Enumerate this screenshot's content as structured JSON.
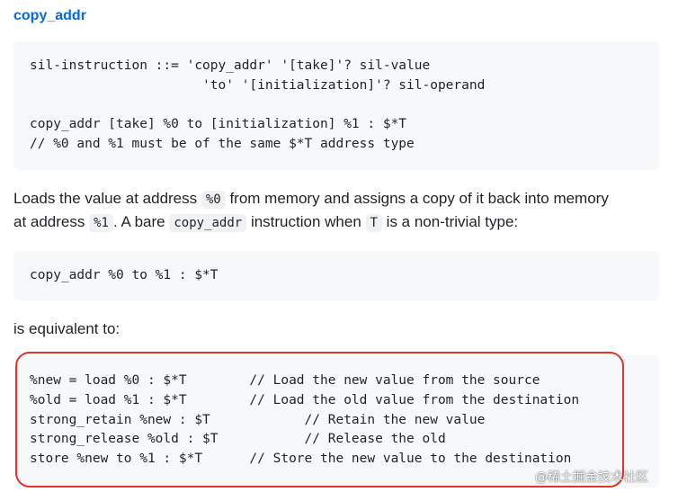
{
  "heading": "copy_addr",
  "syntax_block": {
    "lines": [
      "sil-instruction ::= 'copy_addr' '[take]'? sil-value",
      "                      'to' '[initialization]'? sil-operand",
      "",
      "copy_addr [take] %0 to [initialization] %1 : $*T",
      "// %0 and %1 must be of the same $*T address type"
    ]
  },
  "description": {
    "line1_a": "Loads the value at address ",
    "code_src": "%0",
    "line1_b": " from memory and assigns a copy of it back into memory",
    "line2_a": "at address ",
    "code_dst": "%1",
    "line2_b": ". A bare ",
    "code_instr": "copy_addr",
    "line2_c": " instruction when ",
    "code_type": "T",
    "line2_d": " is a non-trivial type:"
  },
  "example_block": {
    "lines": [
      "copy_addr %0 to %1 : $*T"
    ]
  },
  "equivalent_text": "is equivalent to:",
  "equivalent_block": {
    "lines": [
      "%new = load %0 : $*T        // Load the new value from the source",
      "%old = load %1 : $*T        // Load the old value from the destination",
      "strong_retain %new : $T            // Retain the new value",
      "strong_release %old : $T           // Release the old",
      "store %new to %1 : $*T      // Store the new value to the destination"
    ]
  },
  "watermark": "@稀土掘金技术社区",
  "colors": {
    "heading": "#0969da",
    "code_background": "#f6f8fa",
    "highlight_border": "#e0342c"
  }
}
